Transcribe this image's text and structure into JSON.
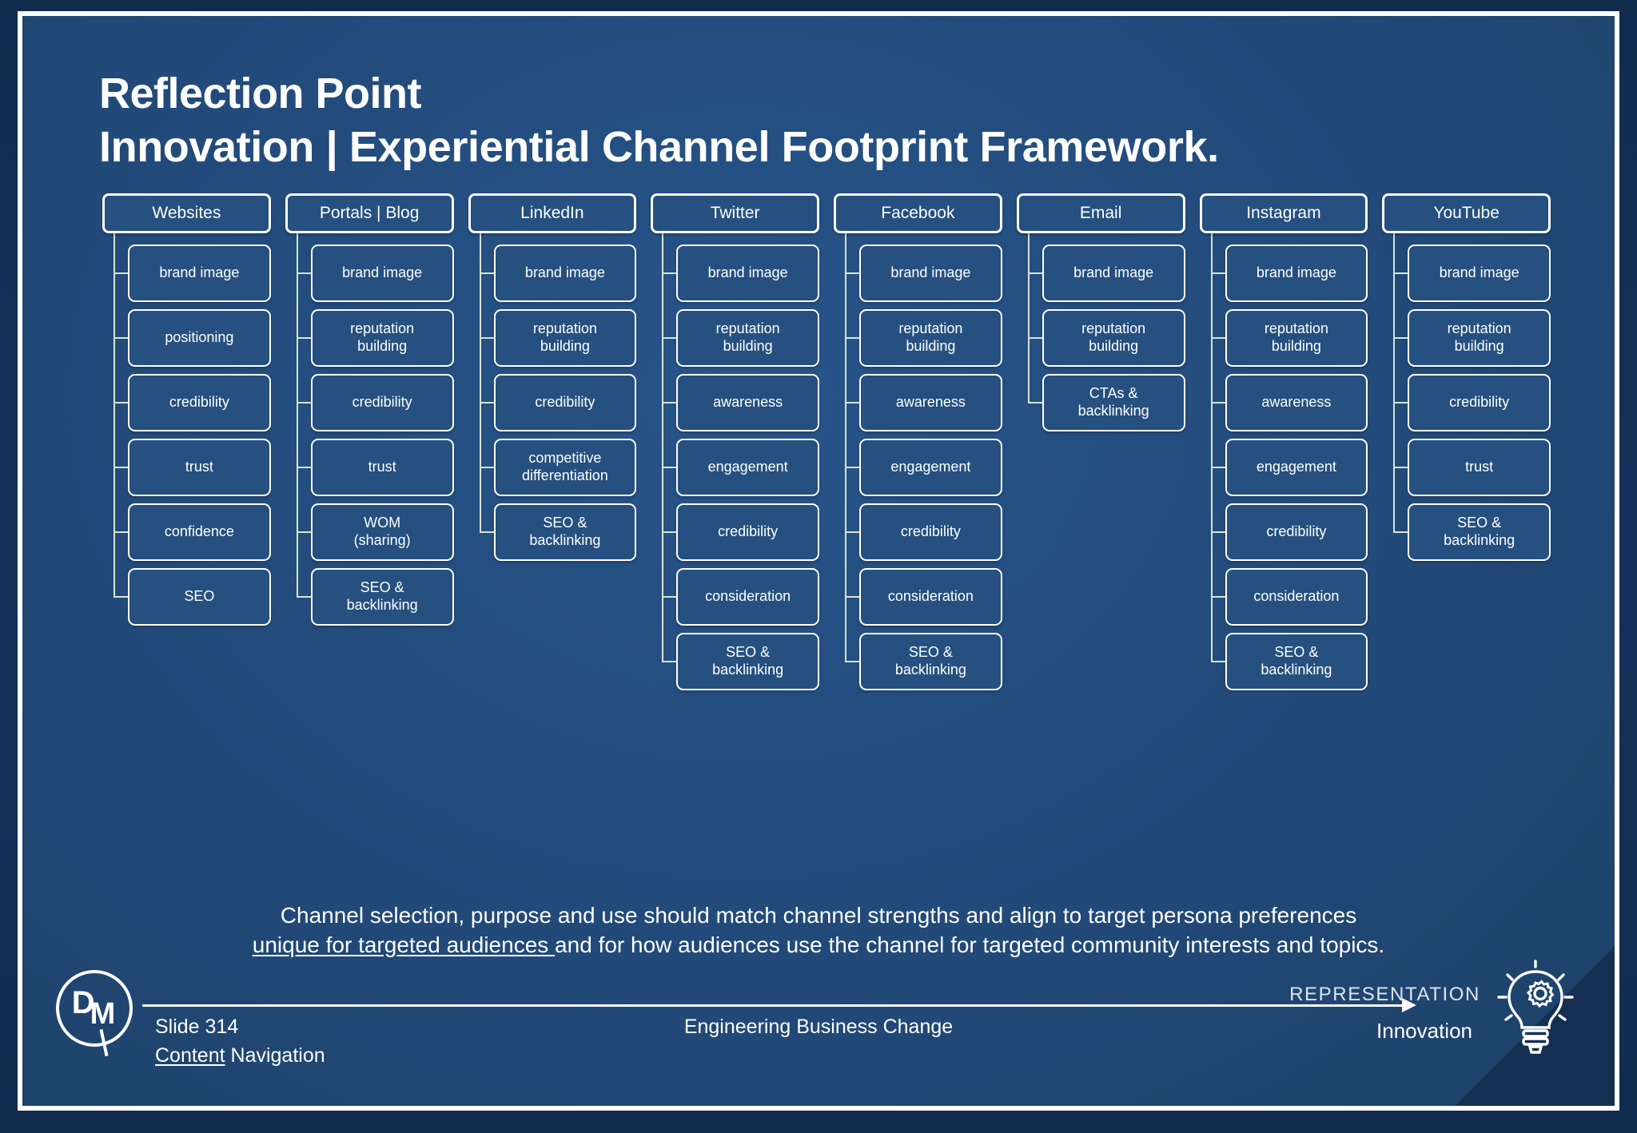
{
  "slide": {
    "eyebrow_title": "Reflection Point",
    "main_title": "Innovation | Experiential Channel Footprint Framework."
  },
  "colors": {
    "frame_border": "#ffffff",
    "slide_background": "#10294a",
    "panel_background": "#234d7e",
    "node_background": "#25507f",
    "connector": "#d9e4d2",
    "corner_triangle": "#152f52",
    "text": "#ffffff"
  },
  "columns": [
    {
      "header": "Websites",
      "nodes": [
        "brand image",
        "positioning",
        "credibility",
        "trust",
        "confidence",
        "SEO"
      ]
    },
    {
      "header": "Portals | Blog",
      "nodes": [
        "brand image",
        "reputation\nbuilding",
        "credibility",
        "trust",
        "WOM\n(sharing)",
        "SEO &\nbacklinking"
      ]
    },
    {
      "header": "LinkedIn",
      "nodes": [
        "brand image",
        "reputation\nbuilding",
        "credibility",
        "competitive\ndifferentiation",
        "SEO &\nbacklinking"
      ]
    },
    {
      "header": "Twitter",
      "nodes": [
        "brand image",
        "reputation\nbuilding",
        "awareness",
        "engagement",
        "credibility",
        "consideration",
        "SEO &\nbacklinking"
      ]
    },
    {
      "header": "Facebook",
      "nodes": [
        "brand image",
        "reputation\nbuilding",
        "awareness",
        "engagement",
        "credibility",
        "consideration",
        "SEO &\nbacklinking"
      ]
    },
    {
      "header": "Email",
      "nodes": [
        "brand image",
        "reputation\nbuilding",
        "CTAs &\nbacklinking"
      ]
    },
    {
      "header": "Instagram",
      "nodes": [
        "brand image",
        "reputation\nbuilding",
        "awareness",
        "engagement",
        "credibility",
        "consideration",
        "SEO &\nbacklinking"
      ]
    },
    {
      "header": "YouTube",
      "nodes": [
        "brand image",
        "reputation\nbuilding",
        "credibility",
        "trust",
        "SEO &\nbacklinking"
      ]
    }
  ],
  "caption": {
    "line1": "Channel selection, purpose and use should match channel strengths and align to target persona preferences",
    "line2_underlined": "unique for targeted audiences ",
    "line2_rest": "and for how audiences use the channel for targeted community interests and topics."
  },
  "footer": {
    "logo_letter_d": "D",
    "logo_letter_m": "M",
    "slide_number": "Slide 314",
    "nav_underlined": "Content",
    "nav_rest": " Navigation",
    "tagline": "Engineering Business Change",
    "representation_label": "REPRESENTATION",
    "representation_value": "Innovation"
  }
}
